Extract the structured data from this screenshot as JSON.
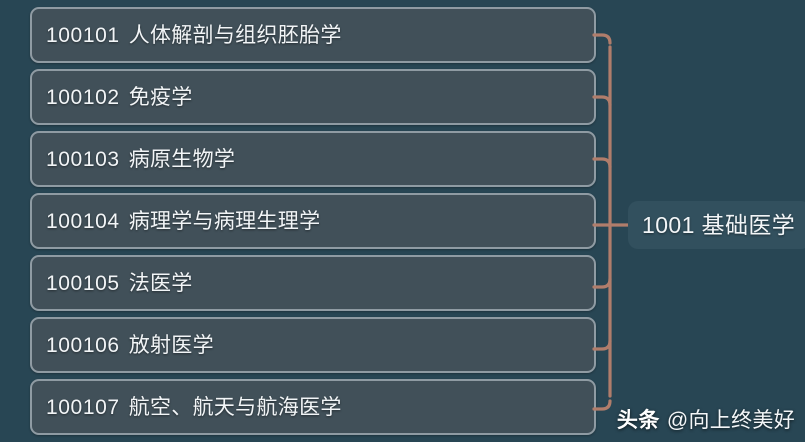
{
  "colors": {
    "background": "#284654",
    "card_fill": "#415059",
    "card_border": "#8f9ba3",
    "bracket": "#b07d6b",
    "label_fill": "#32505e",
    "text": "#f2f5f7"
  },
  "tree": {
    "group": {
      "code": "1001",
      "name": "基础医学",
      "full": "1001 基础医学"
    },
    "children": [
      {
        "code": "100101",
        "name": "人体解剖与组织胚胎学"
      },
      {
        "code": "100102",
        "name": "免疫学"
      },
      {
        "code": "100103",
        "name": "病原生物学"
      },
      {
        "code": "100104",
        "name": "病理学与病理生理学"
      },
      {
        "code": "100105",
        "name": "法医学"
      },
      {
        "code": "100106",
        "name": "放射医学"
      },
      {
        "code": "100107",
        "name": "航空、航天与航海医学"
      }
    ]
  },
  "watermark": {
    "brand": "头条",
    "handle": "@向上终美好"
  }
}
